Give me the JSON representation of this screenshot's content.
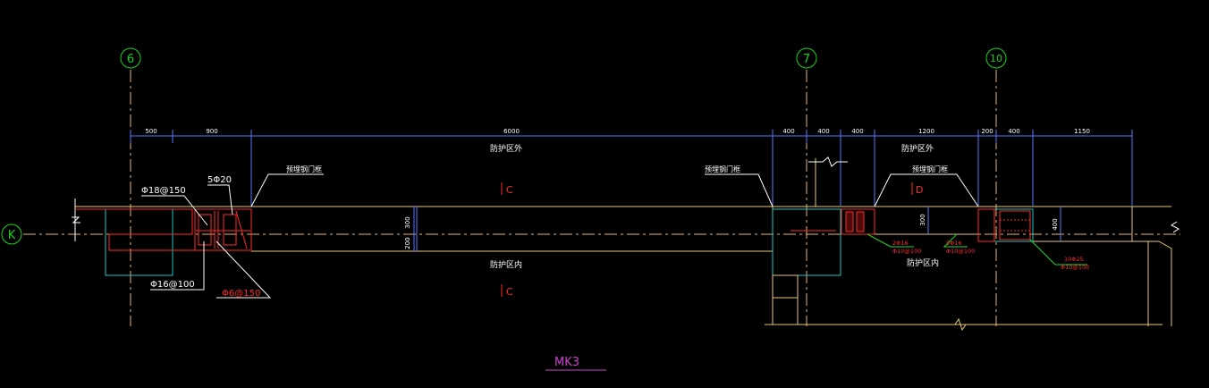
{
  "colors": {
    "background": "#000000",
    "grid_axis": "#e8b36a",
    "grid_bubble": "#19d219",
    "dimension": "#5a78ff",
    "dim_text": "#ffffff",
    "wall": "#e8c87a",
    "column": "#19c8c8",
    "rebar": "#ff2a2a",
    "label": "#ffffff",
    "label_green": "#2ad42a",
    "title": "#d040d0",
    "line_white": "#ffffff"
  },
  "axes": {
    "axis_6": "6",
    "axis_7": "7",
    "axis_10": "10",
    "axis_k": "K"
  },
  "dimensions": {
    "d1": "500",
    "d2": "900",
    "d3": "6000",
    "d4": "400",
    "d5": "400",
    "d6": "400",
    "d7": "1200",
    "d8": "200",
    "d9": "400",
    "d10": "1150",
    "v1": "300",
    "v2": "200",
    "v3": "300",
    "v4": "400"
  },
  "labels": {
    "outside_1": "防护区外",
    "outside_2": "防护区外",
    "inside_1": "防护区内",
    "inside_2": "防护区内",
    "door_frame_1": "预埋钢门框",
    "door_frame_2": "预埋钢门框",
    "door_frame_3": "预埋钢门框",
    "cut_c1": "C",
    "cut_c2": "C",
    "cut_d": "D",
    "rebar_top": "Φ18@150",
    "rebar_5phi20": "5Φ20",
    "rebar_phi16": "Φ16@100",
    "rebar_phi6": "Φ6@150",
    "rebar_r1a": "2Φ16",
    "rebar_r1b": "Φ10@100",
    "rebar_r2a": "5Φ16",
    "rebar_r2b": "Φ10@100",
    "rebar_r3a": "10Φ25",
    "rebar_r3b": "Φ10@100"
  },
  "title": "MK3"
}
